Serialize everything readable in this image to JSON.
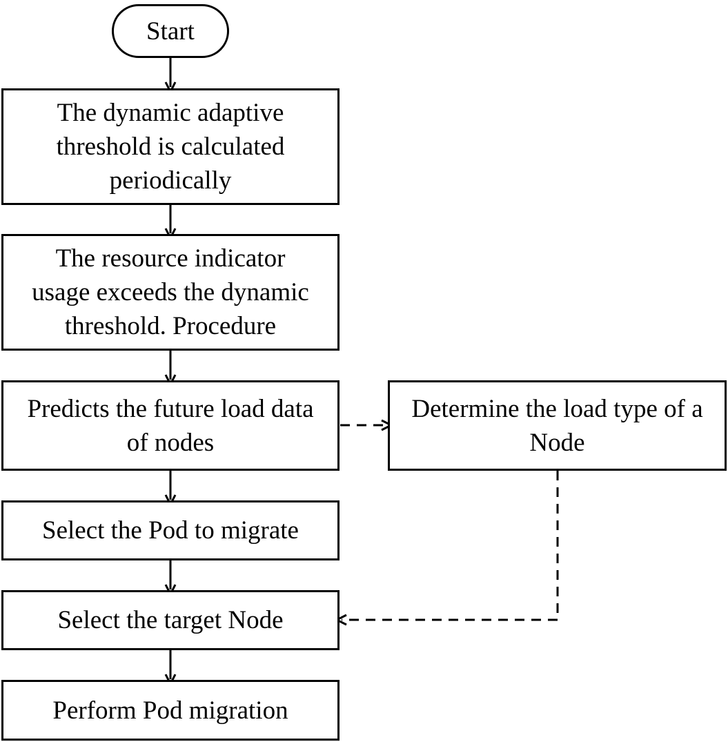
{
  "diagram": {
    "nodes": [
      {
        "id": "start",
        "label": "Start"
      },
      {
        "id": "calc-threshold",
        "label": "The dynamic adaptive\nthreshold is calculated\nperiodically"
      },
      {
        "id": "exceeds-threshold",
        "label": "The resource indicator\nusage exceeds the dynamic\nthreshold. Procedure"
      },
      {
        "id": "predict-load",
        "label": "Predicts the future load data\nof nodes"
      },
      {
        "id": "determine-type",
        "label": "Determine the load type of a\nNode"
      },
      {
        "id": "select-pod",
        "label": "Select the Pod to migrate"
      },
      {
        "id": "select-target",
        "label": "Select the target Node"
      },
      {
        "id": "perform-migration",
        "label": "Perform Pod migration"
      }
    ],
    "edges": [
      {
        "from": "start",
        "to": "calc-threshold",
        "style": "solid"
      },
      {
        "from": "calc-threshold",
        "to": "exceeds-threshold",
        "style": "solid"
      },
      {
        "from": "exceeds-threshold",
        "to": "predict-load",
        "style": "solid"
      },
      {
        "from": "predict-load",
        "to": "select-pod",
        "style": "solid"
      },
      {
        "from": "select-pod",
        "to": "select-target",
        "style": "solid"
      },
      {
        "from": "select-target",
        "to": "perform-migration",
        "style": "solid"
      },
      {
        "from": "predict-load",
        "to": "determine-type",
        "style": "dashed"
      },
      {
        "from": "determine-type",
        "to": "select-target",
        "style": "dashed"
      }
    ],
    "colors": {
      "stroke": "#000000",
      "background": "#ffffff"
    }
  }
}
